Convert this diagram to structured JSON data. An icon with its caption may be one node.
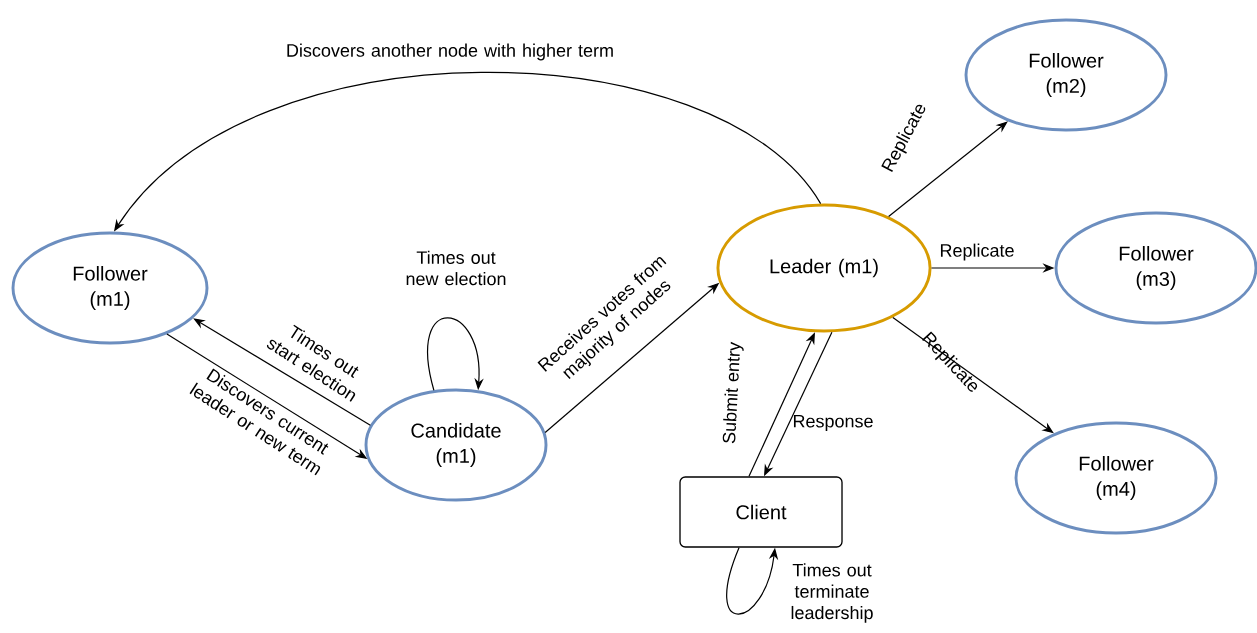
{
  "diagram": {
    "nodes": [
      {
        "text": [
          "Follower (m1)"
        ]
      },
      {
        "text": [
          "Candidate (m1)"
        ]
      },
      {
        "text": [
          "Leader (m1)"
        ]
      },
      {
        "text": [
          "Follower (m2)"
        ]
      },
      {
        "text": [
          "Follower (m3)"
        ]
      },
      {
        "text": [
          "Follower (m4)"
        ]
      },
      {
        "text": [
          "Client"
        ]
      }
    ],
    "edges": [
      {
        "from": 2,
        "to": 0,
        "arrow": "to",
        "label": "Discovers another node with higher term"
      },
      {
        "from": 1,
        "to": 0,
        "arrow": "to",
        "label": "Times out start election"
      },
      {
        "from": 0,
        "to": 1,
        "arrow": "to",
        "label": "Discovers current leader or new term"
      },
      {
        "from": 1,
        "to": 1,
        "arrow": "to",
        "label": "Times out new election"
      },
      {
        "from": 1,
        "to": 2,
        "arrow": "to",
        "label": "Receives votes from majority of nodes"
      },
      {
        "from": 2,
        "to": 3,
        "arrow": "to",
        "label": "Replicate"
      },
      {
        "from": 2,
        "to": 4,
        "arrow": "to",
        "label": "Replicate"
      },
      {
        "from": 2,
        "to": 5,
        "arrow": "to",
        "label": "Replicate"
      },
      {
        "from": 6,
        "to": 2,
        "arrow": "to",
        "label": "Submit entry"
      },
      {
        "from": 2,
        "to": 6,
        "arrow": "to",
        "label": "Response"
      },
      {
        "from": 6,
        "to": 6,
        "arrow": "to",
        "label": "Times out terminate leadership"
      }
    ]
  }
}
